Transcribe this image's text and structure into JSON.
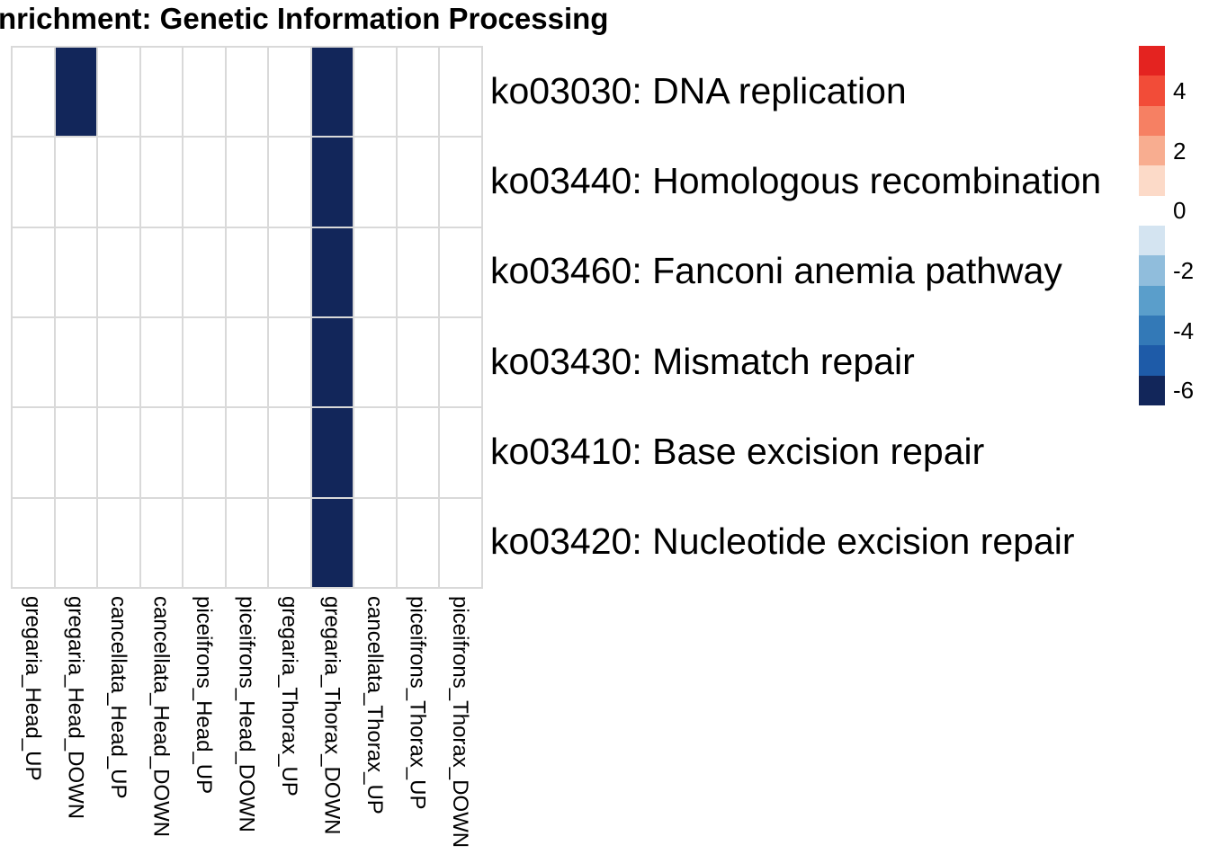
{
  "chart_data": {
    "type": "heatmap",
    "title": "nrichment: Genetic Information Processing",
    "columns": [
      "gregaria_Head_UP",
      "gregaria_Head_DOWN",
      "cancellata_Head_UP",
      "cancellata_Head_DOWN",
      "piceifrons_Head_UP",
      "piceifrons_Head_DOWN",
      "gregaria_Thorax_UP",
      "gregaria_Thorax_DOWN",
      "cancellata_Thorax_UP",
      "piceifrons_Thorax_UP",
      "piceifrons_Thorax_DOWN"
    ],
    "rows": [
      "ko03030: DNA replication",
      "ko03440: Homologous recombination",
      "ko03460: Fanconi anemia pathway",
      "ko03430: Mismatch repair",
      "ko03410: Base excision repair",
      "ko03420: Nucleotide excision repair"
    ],
    "cells": [
      [
        null,
        -6,
        null,
        null,
        null,
        null,
        null,
        -6,
        null,
        null,
        null
      ],
      [
        null,
        null,
        null,
        null,
        null,
        null,
        null,
        -6,
        null,
        null,
        null
      ],
      [
        null,
        null,
        null,
        null,
        null,
        null,
        null,
        -6,
        null,
        null,
        null
      ],
      [
        null,
        null,
        null,
        null,
        null,
        null,
        null,
        -6,
        null,
        null,
        null
      ],
      [
        null,
        null,
        null,
        null,
        null,
        null,
        null,
        -6,
        null,
        null,
        null
      ],
      [
        null,
        null,
        null,
        null,
        null,
        null,
        null,
        -6,
        null,
        null,
        null
      ]
    ],
    "empty_color": "#ffffff",
    "grid_color": "#d9d9d9",
    "legend": {
      "blocks": [
        {
          "value": 5,
          "color": "#e42320"
        },
        {
          "value": 4,
          "color": "#f24c38"
        },
        {
          "value": 3,
          "color": "#f68063"
        },
        {
          "value": 2,
          "color": "#f8ad90"
        },
        {
          "value": 1,
          "color": "#fcdac8"
        },
        {
          "value": 0,
          "color": "#ffffff"
        },
        {
          "value": -1,
          "color": "#d4e4f1"
        },
        {
          "value": -2,
          "color": "#90bddc"
        },
        {
          "value": -3,
          "color": "#5a9ecb"
        },
        {
          "value": -4,
          "color": "#3379b7"
        },
        {
          "value": -5,
          "color": "#1e5ba8"
        },
        {
          "value": -6,
          "color": "#12265a"
        }
      ],
      "ticks": [
        {
          "value": 4,
          "label": "4"
        },
        {
          "value": 2,
          "label": "2"
        },
        {
          "value": 0,
          "label": "0"
        },
        {
          "value": -2,
          "label": "-2"
        },
        {
          "value": -4,
          "label": "-4"
        },
        {
          "value": -6,
          "label": "-6"
        }
      ]
    }
  }
}
